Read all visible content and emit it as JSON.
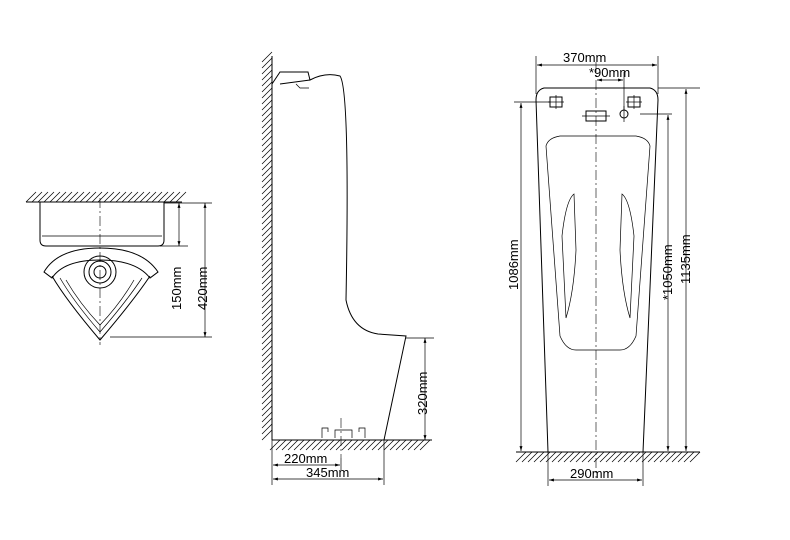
{
  "views": {
    "top": {
      "dims": {
        "depth_upper": "150mm",
        "depth_total": "420mm"
      }
    },
    "side": {
      "dims": {
        "inlet_height": "320mm",
        "drain_offset": "220mm",
        "total_depth": "345mm"
      }
    },
    "front": {
      "dims": {
        "top_width": "370mm",
        "inlet_offset": "*90mm",
        "body_height": "1086mm",
        "inlet_height": "*1050mm",
        "total_height": "1135mm",
        "base_width": "290mm"
      }
    }
  }
}
